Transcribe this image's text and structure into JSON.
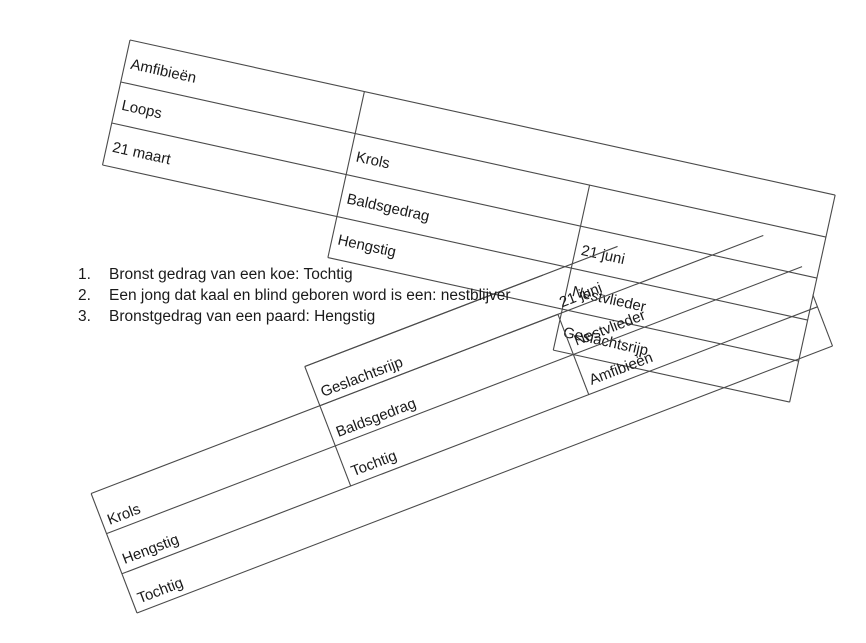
{
  "document": {
    "title": "Dierkunde invuloefening"
  },
  "top_table": {
    "rows": [
      [
        "Amfibieën",
        "",
        ""
      ],
      [
        "Loops",
        "Krols",
        ""
      ],
      [
        "21 maart",
        "Baldsgedrag",
        "21 juni"
      ],
      [
        "",
        "Hengstig",
        "Nestvlieder"
      ],
      [
        "",
        "",
        "Geslachtsrijp"
      ]
    ]
  },
  "questions": [
    {
      "number": "1.",
      "text": "Bronst gedrag van een koe: Tochtig"
    },
    {
      "number": "2.",
      "text": "Een jong dat kaal en blind geboren word is een: nestblijver"
    },
    {
      "number": "3.",
      "text": "Bronstgedrag van een paard: Hengstig"
    }
  ],
  "bottom_table": {
    "rows": [
      [
        "",
        "",
        "21 juni"
      ],
      [
        "",
        "Geslachtsrijp",
        "Nestvlieder"
      ],
      [
        "Krols",
        "Baldsgedrag",
        "Amfibieën"
      ],
      [
        "Hengstig",
        "Tochtig",
        ""
      ],
      [
        "Tochtig",
        "",
        ""
      ]
    ]
  }
}
